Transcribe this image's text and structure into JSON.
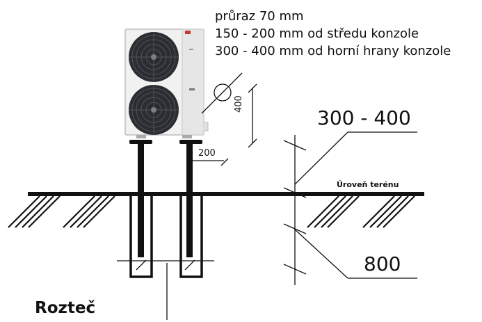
{
  "notes": {
    "line1": "průraz 70 mm",
    "line2": "150 - 200 mm od středu konzole",
    "line3": "300 - 400 mm od horní hrany konzole"
  },
  "dimensions": {
    "top_range": "300 - 400",
    "depth": "800",
    "spacing": "200",
    "height": "400"
  },
  "ground_label": "Úroveň terénu",
  "title": "Rozteč"
}
